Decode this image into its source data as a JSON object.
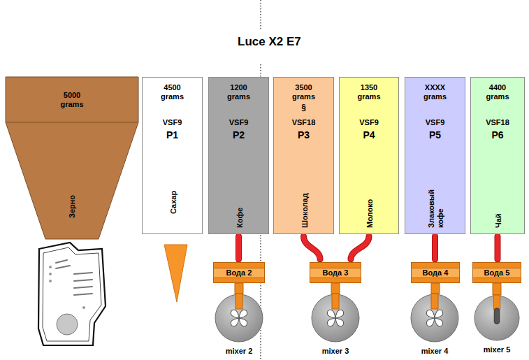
{
  "diagram": {
    "title": "Luce X2 E7",
    "nodes": [
      {
        "text": [
          "5000 grams",
          "Зерно"
        ]
      },
      {
        "text": [
          "4500 grams",
          "VSF9",
          "P1",
          "Сахар"
        ]
      },
      {
        "text": [
          "1200 grams",
          "VSF9",
          "P2",
          "Кофе"
        ]
      },
      {
        "text": [
          "3500 grams",
          "§",
          "VSF18",
          "P3",
          "Шоколад"
        ]
      },
      {
        "text": [
          "1350 grams",
          "VSF9",
          "P4",
          "Молоко"
        ]
      },
      {
        "text": [
          "XXXX grams",
          "VSF9",
          "P5",
          "Злаковый кофе"
        ]
      },
      {
        "text": [
          "4400 grams",
          "VSF18",
          "P6",
          "Чай"
        ]
      },
      {
        "text": [
          "Вода 2"
        ]
      },
      {
        "text": [
          "mixer 2"
        ]
      },
      {
        "text": [
          "Вода 3"
        ]
      },
      {
        "text": [
          "mixer 3"
        ]
      },
      {
        "text": [
          "Вода 4"
        ]
      },
      {
        "text": [
          "mixer 4"
        ]
      },
      {
        "text": [
          "Вода 5"
        ]
      },
      {
        "text": [
          "mixer 5"
        ]
      }
    ],
    "edges": [
      {
        "from": 2,
        "to": 7,
        "arrow": "none"
      },
      {
        "from": 3,
        "to": 9,
        "arrow": "none"
      },
      {
        "from": 4,
        "to": 9,
        "arrow": "none"
      },
      {
        "from": 5,
        "to": 11,
        "arrow": "none"
      },
      {
        "from": 6,
        "to": 13,
        "arrow": "none"
      },
      {
        "from": 7,
        "to": 8,
        "arrow": "none"
      },
      {
        "from": 9,
        "to": 10,
        "arrow": "none"
      },
      {
        "from": 11,
        "to": 12,
        "arrow": "none"
      },
      {
        "from": 13,
        "to": 14,
        "arrow": "none"
      }
    ]
  }
}
